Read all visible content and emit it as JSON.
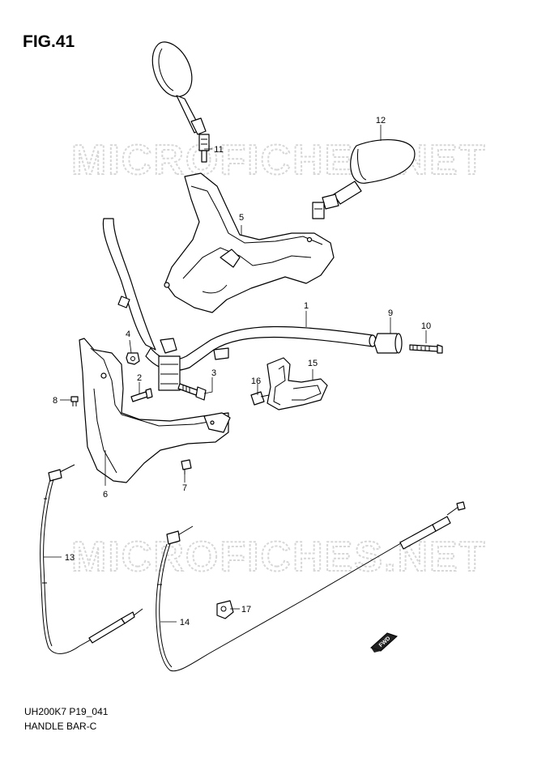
{
  "figure": {
    "title": "FIG.41"
  },
  "watermark": {
    "text": "MICROFICHES.NET"
  },
  "footer": {
    "code": "UH200K7 P19_041",
    "name": "HANDLE BAR-C"
  },
  "fwd_label": "FWD",
  "callouts": [
    {
      "id": "c1",
      "label": "1"
    },
    {
      "id": "c2",
      "label": "2"
    },
    {
      "id": "c3",
      "label": "3"
    },
    {
      "id": "c4",
      "label": "4"
    },
    {
      "id": "c5",
      "label": "5"
    },
    {
      "id": "c6",
      "label": "6"
    },
    {
      "id": "c7",
      "label": "7"
    },
    {
      "id": "c8",
      "label": "8"
    },
    {
      "id": "c9",
      "label": "9"
    },
    {
      "id": "c10",
      "label": "10"
    },
    {
      "id": "c11",
      "label": "11"
    },
    {
      "id": "c12",
      "label": "12"
    },
    {
      "id": "c13",
      "label": "13"
    },
    {
      "id": "c14",
      "label": "14"
    },
    {
      "id": "c15",
      "label": "15"
    },
    {
      "id": "c16",
      "label": "16"
    },
    {
      "id": "c17",
      "label": "17"
    }
  ]
}
